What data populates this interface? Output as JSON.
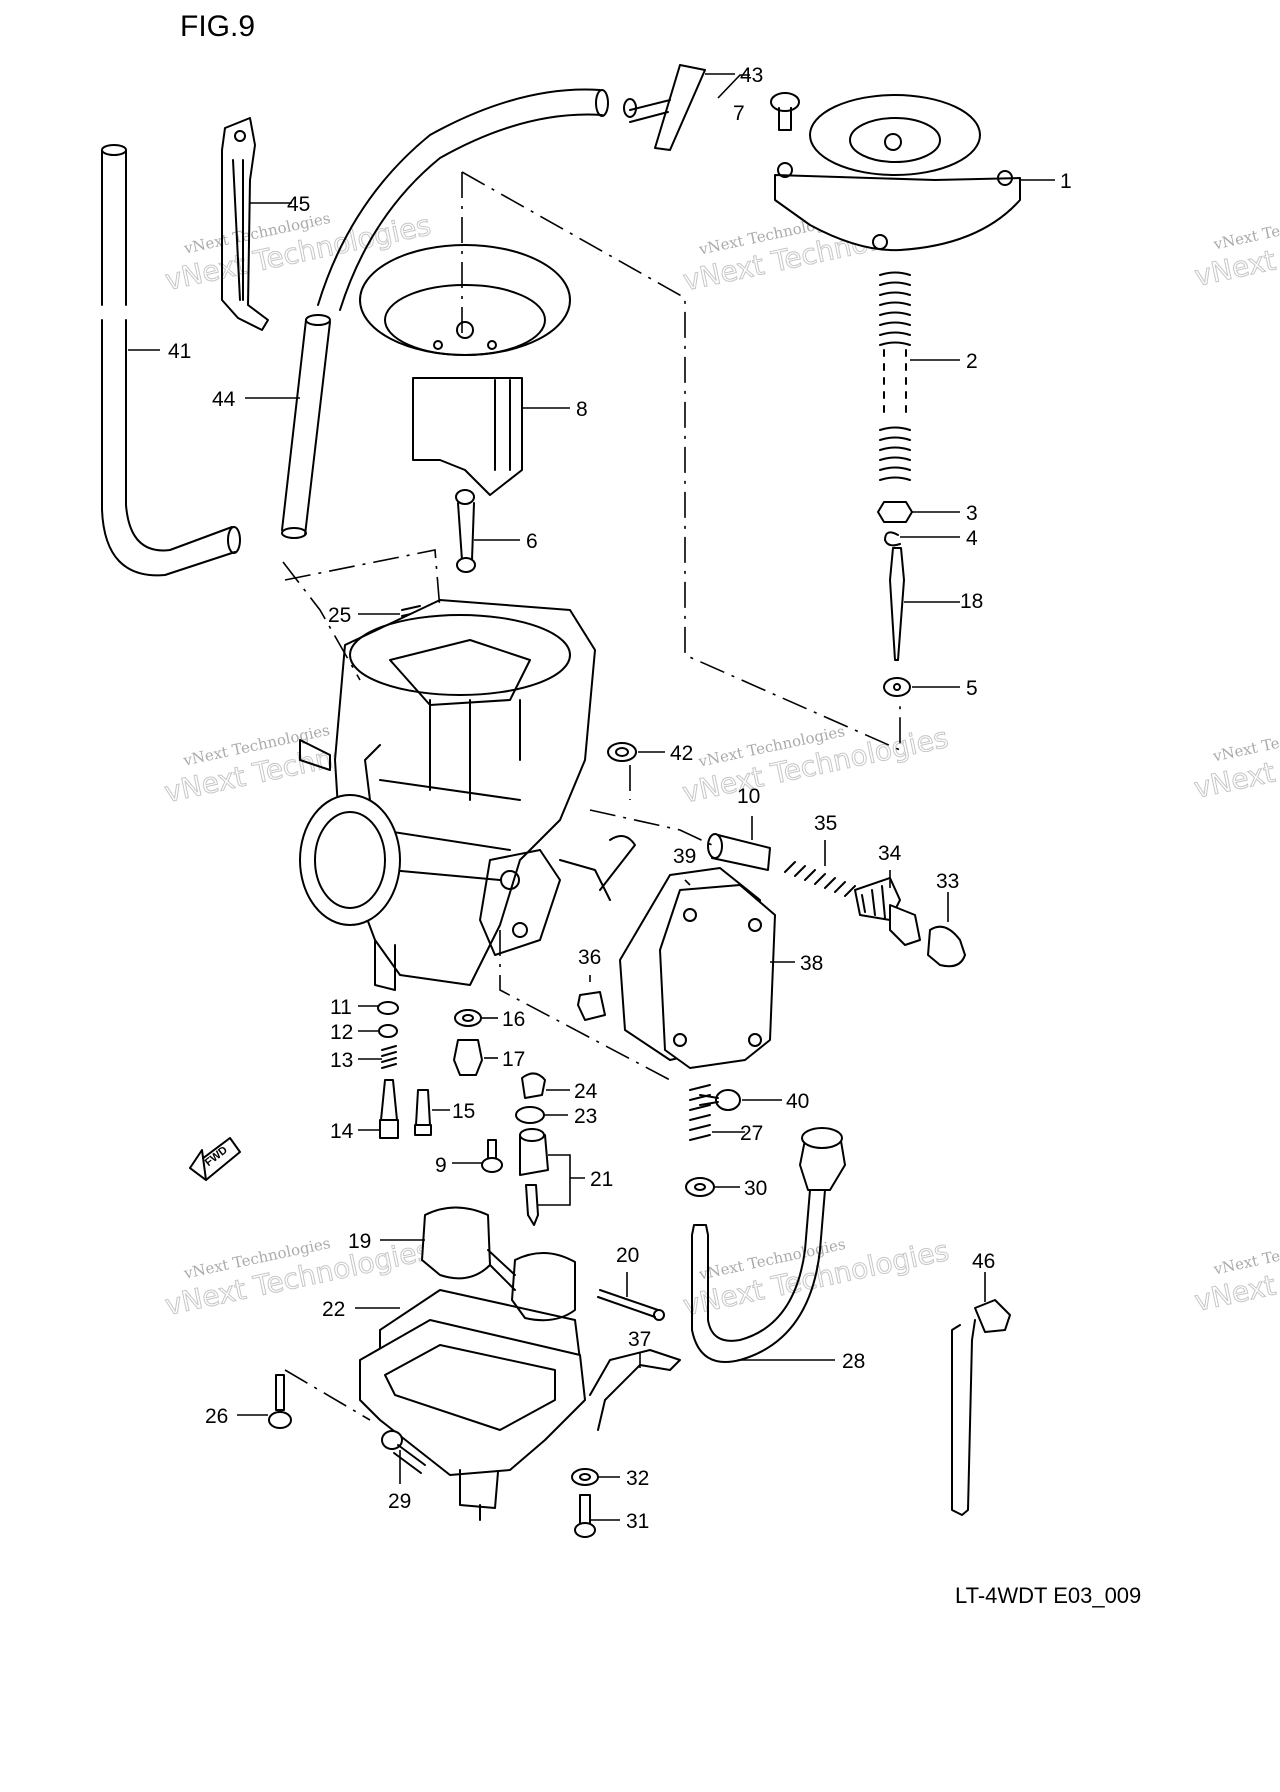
{
  "figure": {
    "title": "FIG.9",
    "code": "LT-4WDT E03_009"
  },
  "watermark": {
    "line1": "vNext Technologies",
    "line2": "vNext Technologies"
  },
  "callouts": [
    {
      "id": "c1",
      "label": "1"
    },
    {
      "id": "c2",
      "label": "2"
    },
    {
      "id": "c3",
      "label": "3"
    },
    {
      "id": "c4",
      "label": "4"
    },
    {
      "id": "c5",
      "label": "5"
    },
    {
      "id": "c6",
      "label": "6"
    },
    {
      "id": "c7",
      "label": "7"
    },
    {
      "id": "c8",
      "label": "8"
    },
    {
      "id": "c9",
      "label": "9"
    },
    {
      "id": "c10",
      "label": "10"
    },
    {
      "id": "c11",
      "label": "11"
    },
    {
      "id": "c12",
      "label": "12"
    },
    {
      "id": "c13",
      "label": "13"
    },
    {
      "id": "c14",
      "label": "14"
    },
    {
      "id": "c15",
      "label": "15"
    },
    {
      "id": "c16",
      "label": "16"
    },
    {
      "id": "c17",
      "label": "17"
    },
    {
      "id": "c18",
      "label": "18"
    },
    {
      "id": "c19",
      "label": "19"
    },
    {
      "id": "c20",
      "label": "20"
    },
    {
      "id": "c21",
      "label": "21"
    },
    {
      "id": "c22",
      "label": "22"
    },
    {
      "id": "c23",
      "label": "23"
    },
    {
      "id": "c24",
      "label": "24"
    },
    {
      "id": "c25",
      "label": "25"
    },
    {
      "id": "c26",
      "label": "26"
    },
    {
      "id": "c27",
      "label": "27"
    },
    {
      "id": "c28",
      "label": "28"
    },
    {
      "id": "c29",
      "label": "29"
    },
    {
      "id": "c30",
      "label": "30"
    },
    {
      "id": "c31",
      "label": "31"
    },
    {
      "id": "c32",
      "label": "32"
    },
    {
      "id": "c33",
      "label": "33"
    },
    {
      "id": "c34",
      "label": "34"
    },
    {
      "id": "c35",
      "label": "35"
    },
    {
      "id": "c36",
      "label": "36"
    },
    {
      "id": "c37",
      "label": "37"
    },
    {
      "id": "c38",
      "label": "38"
    },
    {
      "id": "c39",
      "label": "39"
    },
    {
      "id": "c40",
      "label": "40"
    },
    {
      "id": "c41",
      "label": "41"
    },
    {
      "id": "c42",
      "label": "42"
    },
    {
      "id": "c43",
      "label": "43"
    },
    {
      "id": "c44",
      "label": "44"
    },
    {
      "id": "c45",
      "label": "45"
    },
    {
      "id": "c46",
      "label": "46"
    }
  ]
}
